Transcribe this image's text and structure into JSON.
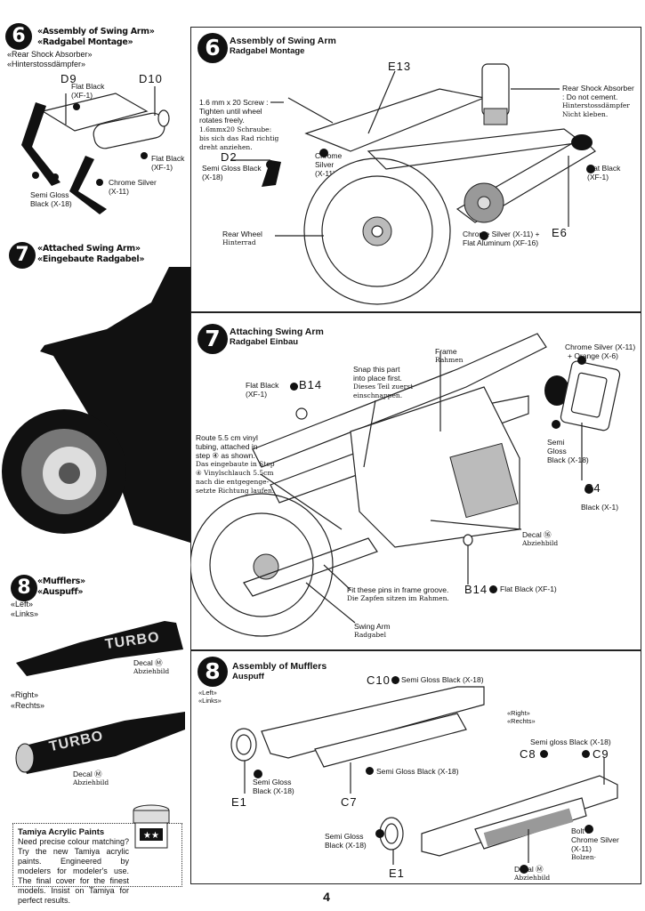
{
  "page_number": "4",
  "left_column": {
    "step6": {
      "number": "6",
      "title_en": "«Assembly of Swing Arm»",
      "title_de": "«Radgabel Montage»",
      "sub_en": "«Rear Shock Absorber»",
      "sub_de": "«Hinterstossdämpfer»",
      "parts": {
        "d9": "D9",
        "d10": "D10"
      },
      "paints": {
        "flat_black_top": [
          "Flat Black",
          "(XF-1)"
        ],
        "flat_black_right": [
          "Flat Black",
          "(XF-1)"
        ],
        "chrome_silver": [
          "Chrome Silver",
          "(X-11)"
        ],
        "semi_gloss_black": [
          "Semi Gloss",
          "Black (X-18)"
        ]
      }
    },
    "step7": {
      "number": "7",
      "title_en": "«Attached Swing Arm»",
      "title_de": "«Eingebaute Radgabel»"
    },
    "step8": {
      "number": "8",
      "title_en": "«Mufflers»",
      "title_de": "«Auspuff»",
      "left_en": "«Left»",
      "left_de": "«Links»",
      "right_en": "«Right»",
      "right_de": "«Rechts»",
      "muffler_text": "TURBO",
      "decal_en": "Decal Ⓜ",
      "decal_de": "Abziehbild"
    },
    "tip": {
      "title": "Tamiya Acrylic Paints",
      "body": "Need precise colour matching? Try the new Tamiya acrylic paints. Engineered by modelers for modeler's use. The final cover for the finest models. Insist on Tamiya for perfect results."
    }
  },
  "main": {
    "step6": {
      "number": "6",
      "title_en": "Assembly of Swing Arm",
      "title_de": "Radgabel Montage",
      "screw_en": [
        "1.6 mm x 20 Screw :",
        "Tighten until wheel",
        "rotates freely."
      ],
      "screw_de": [
        "1.6mmx20 Schraube:",
        "bis sich das Rad richtig",
        "dreht anziehen."
      ],
      "parts": {
        "e13": "E13",
        "d2": "D2",
        "e6": "E6"
      },
      "semi_gloss": [
        "Semi Gloss Black",
        "(X-18)"
      ],
      "chrome_silver": [
        "Chrome",
        "Silver",
        "(X-11)"
      ],
      "rear_wheel_en": "Rear Wheel",
      "rear_wheel_de": "Hinterrad",
      "shock_en": [
        "Rear Shock Absorber",
        ": Do not cement."
      ],
      "shock_de": [
        "Hinterstossdämpfer",
        "Nicht kleben."
      ],
      "flat_black": [
        "Flat Black",
        "(XF-1)"
      ],
      "chrome_alu": [
        "Chrome Silver (X-11) +",
        "Flat Aluminum (XF-16)"
      ]
    },
    "step7": {
      "number": "7",
      "title_en": "Attaching Swing Arm",
      "title_de": "Radgabel Einbau",
      "flat_black_b14": [
        "Flat Black",
        "(XF-1)"
      ],
      "b14": "B14",
      "snap_en": [
        "Snap this part",
        "into place first."
      ],
      "snap_de": [
        "Dieses Teil zuerst",
        "einschnappen."
      ],
      "frame_en": "Frame",
      "frame_de": "Rahmen",
      "chrome_orange": [
        "Chrome Silver (X-11)",
        "+ Orange (X-6)"
      ],
      "route_en": [
        "Route 5.5 cm vinyl",
        "tubing, attached in",
        "step ④ as shown."
      ],
      "route_de": [
        "Das eingebaute in Step",
        "④ Vinylschlauch 5.5cm",
        "nach die entgegenge-",
        "setzte Richtung laufen."
      ],
      "semi_gloss": [
        "Semi",
        "Gloss",
        "Black (X-18)"
      ],
      "c4": "C4",
      "black_x1": "Black (X-1)",
      "decal_en": "Decal ⑯",
      "decal_de": "Abziehbild",
      "pins_en": "Fit these pins in frame groove.",
      "pins_de": "Die Zapfen sitzen im Rahmen.",
      "b14_bottom": "B14",
      "flat_black_bottom": "Flat Black (XF-1)",
      "swing_arm_en": "Swing Arm",
      "swing_arm_de": "Radgabel"
    },
    "step8": {
      "number": "8",
      "title_en": "Assembly of Mufflers",
      "title_de": "Auspuff",
      "left_en": "«Left»",
      "left_de": "«Links»",
      "c10": "C10",
      "c10_paint": "Semi Gloss Black (X-18)",
      "c7_paint": "Semi Gloss Black (X-18)",
      "e1_paint": [
        "Semi Gloss",
        "Black (X-18)"
      ],
      "e1": "E1",
      "c7": "C7",
      "right_en": "«Right»",
      "right_de": "«Rechts»",
      "c8c9_paint": "Semi gloss Black (X-18)",
      "c8": "C8",
      "c9": "C9",
      "e1_right_paint": [
        "Semi Gloss",
        "Black (X-18)"
      ],
      "e1_right": "E1",
      "bolt": [
        "Bolt :",
        "Chrome Silver",
        "(X-11)"
      ],
      "bolt_de": "Bolzen·",
      "decal_en": "Decal Ⓜ",
      "decal_de": "Abziehbild"
    }
  }
}
